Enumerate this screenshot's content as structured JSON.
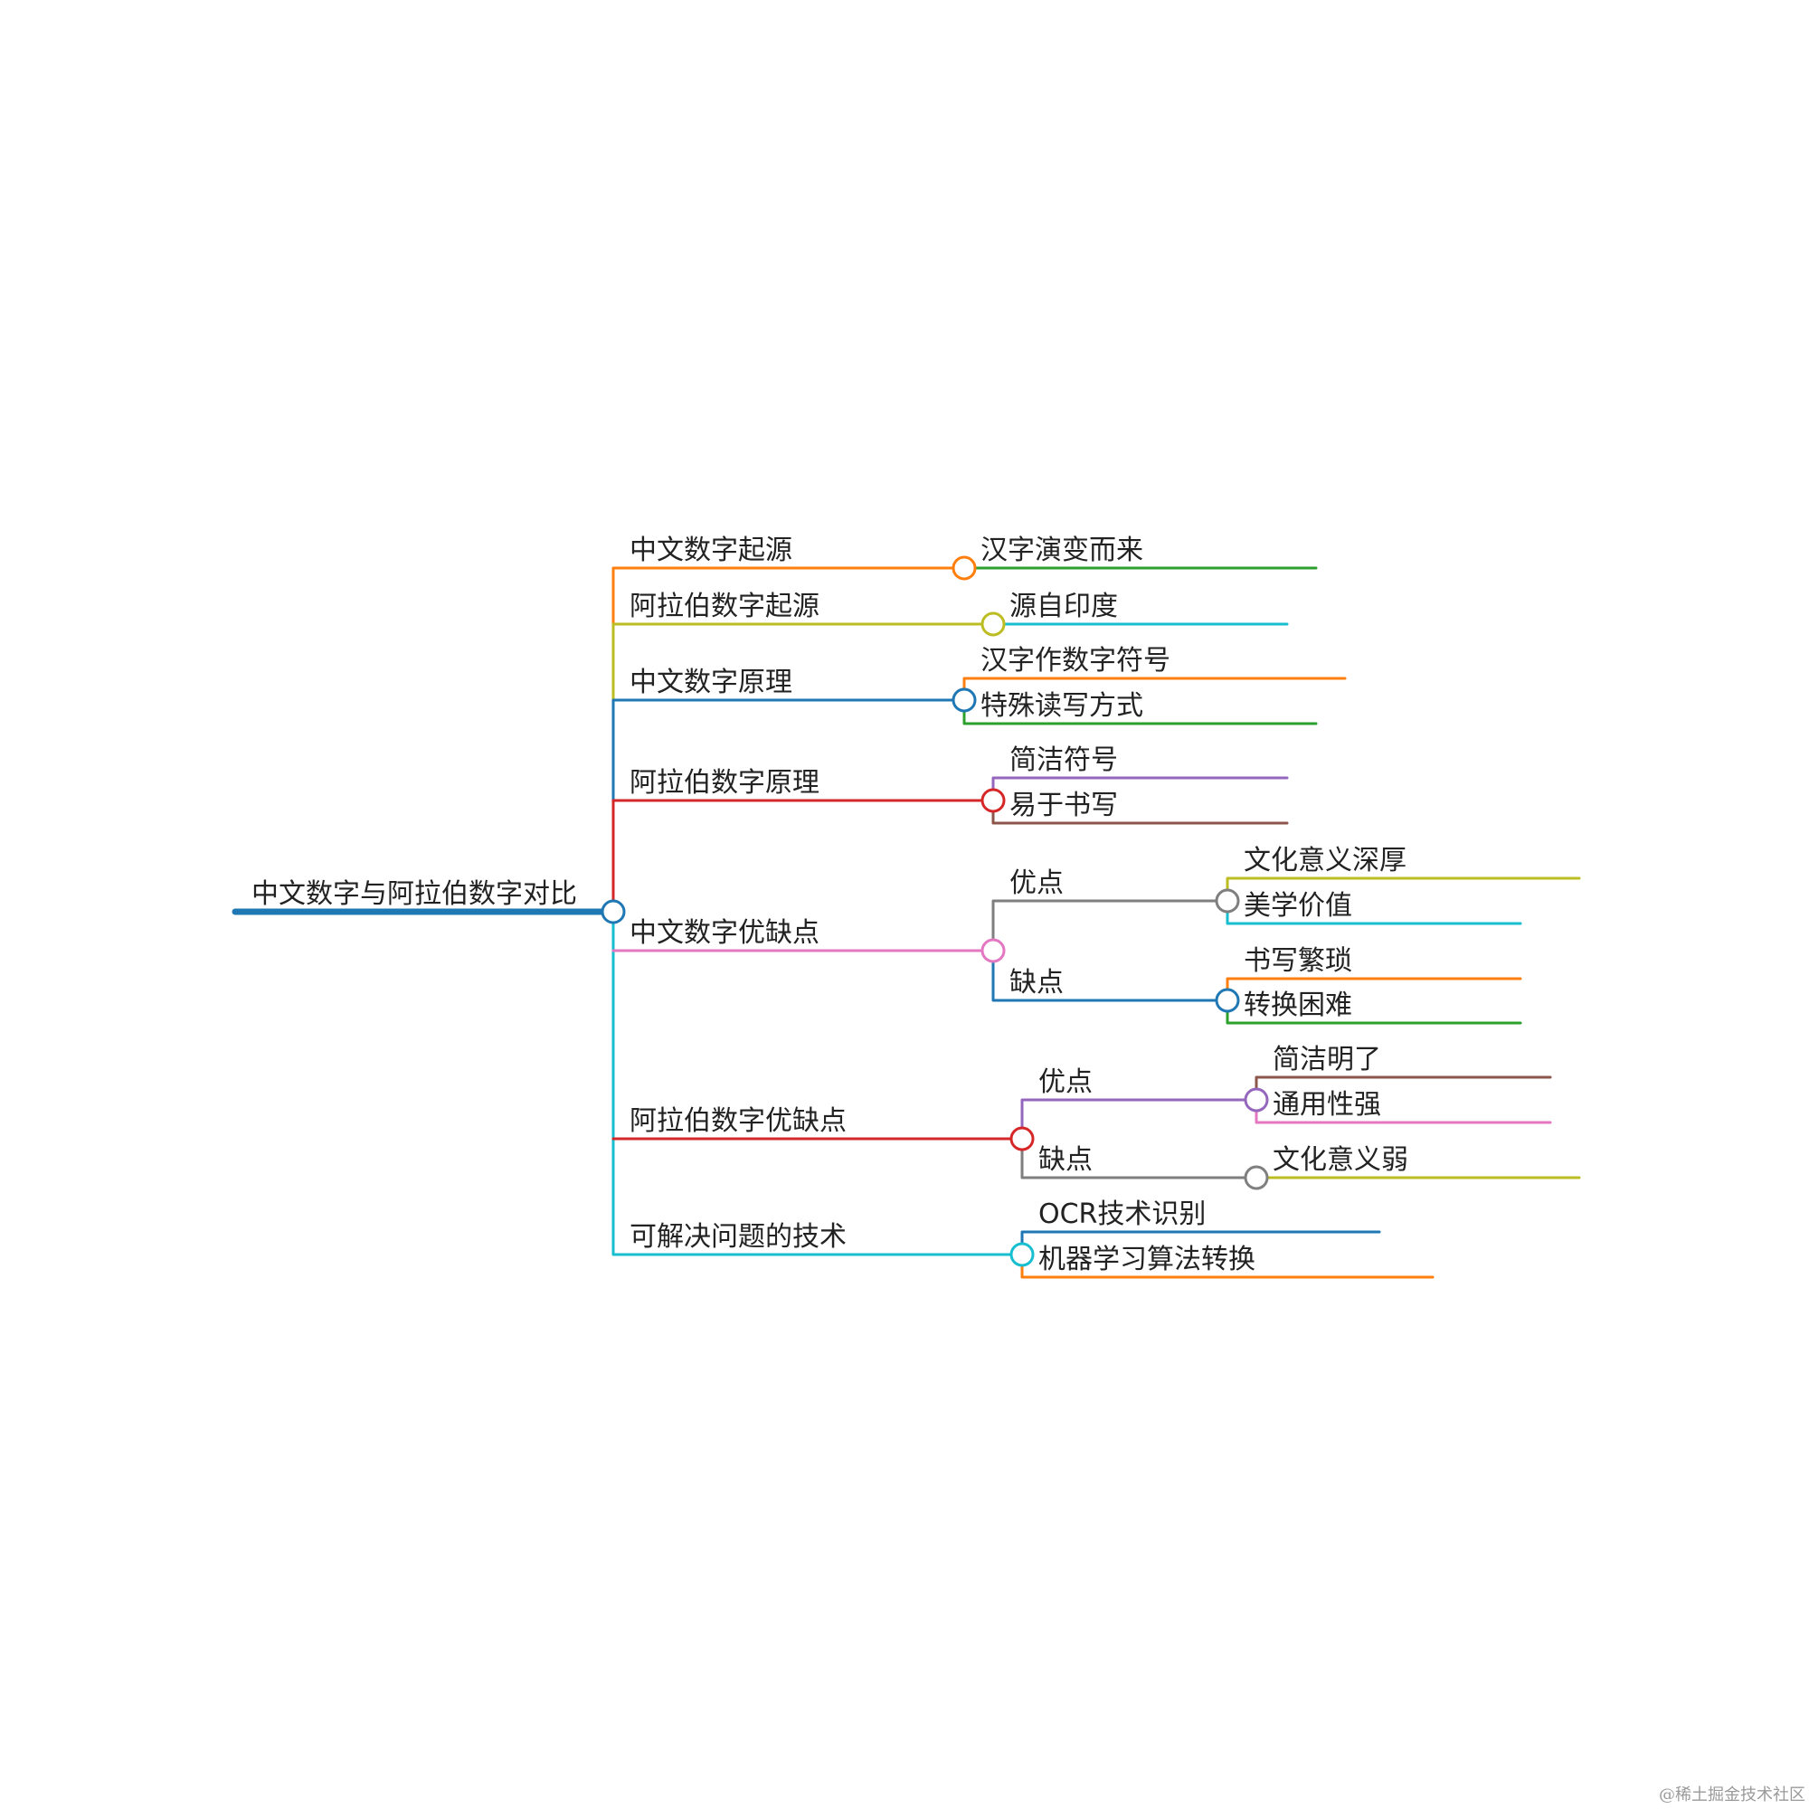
{
  "root": {
    "label": "中文数字与阿拉伯数字对比",
    "color": "#1f77b4",
    "children": [
      {
        "label": "中文数字起源",
        "color": "#ff7f0e",
        "children": [
          {
            "label": "汉字演变而来",
            "color": "#2ca02c"
          }
        ]
      },
      {
        "label": "阿拉伯数字起源",
        "color": "#bcbd22",
        "children": [
          {
            "label": "源自印度",
            "color": "#17becf"
          }
        ]
      },
      {
        "label": "中文数字原理",
        "color": "#1f77b4",
        "children": [
          {
            "label": "汉字作数字符号",
            "color": "#ff7f0e"
          },
          {
            "label": "特殊读写方式",
            "color": "#2ca02c"
          }
        ]
      },
      {
        "label": "阿拉伯数字原理",
        "color": "#d62728",
        "children": [
          {
            "label": "简洁符号",
            "color": "#9467bd"
          },
          {
            "label": "易于书写",
            "color": "#8c564b"
          }
        ]
      },
      {
        "label": "中文数字优缺点",
        "color": "#e377c2",
        "children": [
          {
            "label": "优点",
            "color": "#7f7f7f",
            "children": [
              {
                "label": "文化意义深厚",
                "color": "#bcbd22"
              },
              {
                "label": "美学价值",
                "color": "#17becf"
              }
            ]
          },
          {
            "label": "缺点",
            "color": "#1f77b4",
            "children": [
              {
                "label": "书写繁琐",
                "color": "#ff7f0e"
              },
              {
                "label": "转换困难",
                "color": "#2ca02c"
              }
            ]
          }
        ]
      },
      {
        "label": "阿拉伯数字优缺点",
        "color": "#d62728",
        "children": [
          {
            "label": "优点",
            "color": "#9467bd",
            "children": [
              {
                "label": "简洁明了",
                "color": "#8c564b"
              },
              {
                "label": "通用性强",
                "color": "#e377c2"
              }
            ]
          },
          {
            "label": "缺点",
            "color": "#7f7f7f",
            "children": [
              {
                "label": "文化意义弱",
                "color": "#bcbd22"
              }
            ]
          }
        ]
      },
      {
        "label": "可解决问题的技术",
        "color": "#17becf",
        "children": [
          {
            "label": "OCR技术识别",
            "color": "#1f77b4"
          },
          {
            "label": "机器学习算法转换",
            "color": "#ff7f0e"
          }
        ]
      }
    ]
  },
  "watermark": "@稀土掘金技术社区"
}
